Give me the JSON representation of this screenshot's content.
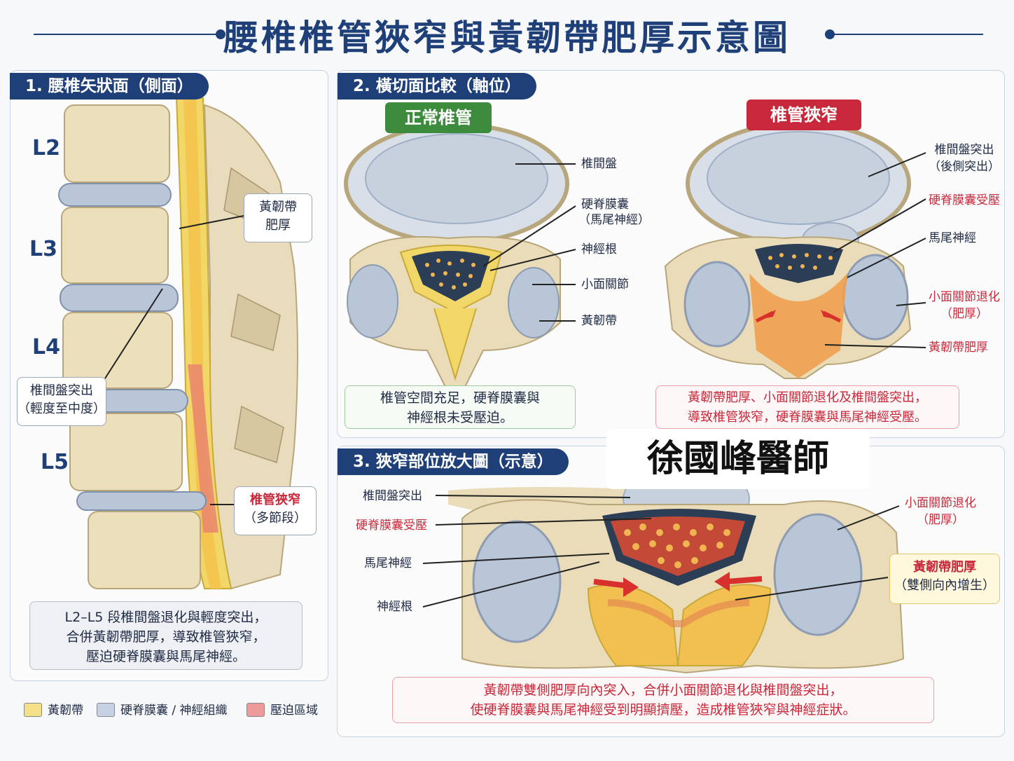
{
  "title": "腰椎椎管狹窄與黃韌帶肥厚示意圖",
  "colors": {
    "navy": "#1f3f78",
    "red": "#c8283a",
    "green": "#3d8b3d",
    "ligament": "#f0d060",
    "dura": "#b9c6d8",
    "compression": "#e57f7f"
  },
  "panel1": {
    "tab": "1. 腰椎矢狀面（側面）",
    "vertebrae": [
      "L2",
      "L3",
      "L4",
      "L5"
    ],
    "callout_ligament": [
      "黃韌帶",
      "肥厚"
    ],
    "callout_disc": [
      "椎間盤突出",
      "（輕度至中度）"
    ],
    "callout_stenosis": [
      "椎管狹窄",
      "（多節段）"
    ],
    "summary": [
      "L2–L5 段椎間盤退化與輕度突出，",
      "合併黃韌帶肥厚，導致椎管狹窄，",
      "壓迫硬脊膜囊與馬尾神經。"
    ]
  },
  "panel2": {
    "tab": "2. 橫切面比較（軸位）",
    "normal_badge": "正常椎管",
    "stenosis_badge": "椎管狹窄",
    "normal_labels": [
      "椎間盤",
      "硬脊膜囊",
      "（馬尾神經）",
      "神經根",
      "小面關節",
      "黃韌帶"
    ],
    "stenosis_labels": {
      "disc": [
        "椎間盤突出",
        "（後側突出）"
      ],
      "dura": "硬脊膜囊受壓",
      "cauda": "馬尾神經",
      "facet": [
        "小面關節退化",
        "（肥厚）"
      ],
      "ligament": "黃韌帶肥厚"
    },
    "normal_note": [
      "椎管空間充足，硬脊膜囊與",
      "神經根未受壓迫。"
    ],
    "stenosis_note": [
      "黃韌帶肥厚、小面關節退化及椎間盤突出，",
      "導致椎管狹窄，硬脊膜囊與馬尾神經受壓。"
    ]
  },
  "panel3": {
    "tab": "3. 狹窄部位放大圖（示意）",
    "left_labels": {
      "disc": "椎間盤突出",
      "dura": "硬脊膜囊受壓",
      "cauda": "馬尾神經",
      "root": "神經根"
    },
    "facet_label": [
      "小面關節退化",
      "（肥厚）"
    ],
    "ligament_box": [
      "黃韌帶肥厚",
      "（雙側向內增生）"
    ],
    "note": [
      "黃韌帶雙側肥厚向內突入，合併小面關節退化與椎間盤突出，",
      "使硬脊膜囊與馬尾神經受到明顯擠壓，造成椎管狹窄與神經症狀。"
    ]
  },
  "legend": [
    {
      "label": "黃韌帶",
      "color": "#f5e08a"
    },
    {
      "label": "硬脊膜囊 / 神經組織",
      "color": "#c6d2e3"
    },
    {
      "label": "壓迫區域",
      "color": "#ec9a9a"
    }
  ],
  "watermark": "徐國峰醫師"
}
